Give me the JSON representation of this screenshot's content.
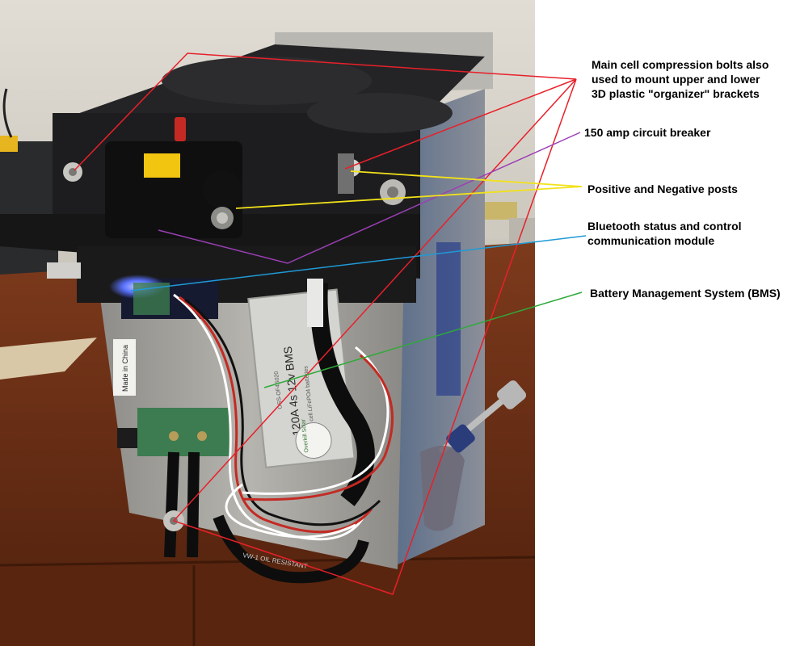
{
  "annotations": [
    {
      "id": "bolts",
      "text": "Main cell compression bolts also\nused to mount upper and lower\n3D plastic \"organizer\" brackets",
      "color": "#e8202a"
    },
    {
      "id": "breaker",
      "text": "150 amp circuit breaker",
      "color": "#9b3fb5"
    },
    {
      "id": "posts",
      "text": "Positive and Negative posts",
      "color": "#f2e21a"
    },
    {
      "id": "bluetooth",
      "text": "Bluetooth status and control\n communication module",
      "color": "#1f9ad6"
    },
    {
      "id": "bms",
      "text": "Battery Management System (BMS)",
      "color": "#2eaa3a"
    }
  ],
  "photo": {
    "bms_board_text": [
      "120A 4s 12v BMS",
      "for 4 cell LiFePO4 batteries",
      "OSS-OF4S020"
    ],
    "bms_brand": "Overkill Solar",
    "sticker_text": "Made in China",
    "wire_text": "VW-1  OIL RESISTANT"
  },
  "colors": {
    "wall": "#d9d5cd",
    "desk": "#6b2e14",
    "bracket": "#1b1b1c",
    "case_metal": "#a9a7a2",
    "breaker_button": "#f2c511",
    "breaker_red": "#c42a23",
    "led_blue": "#4b6dff"
  }
}
